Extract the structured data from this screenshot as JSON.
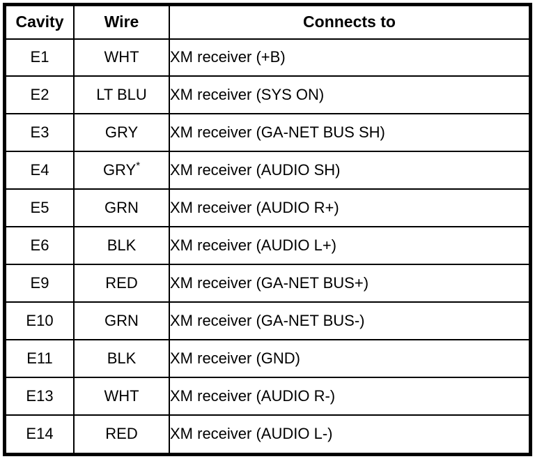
{
  "table": {
    "headers": {
      "cavity": "Cavity",
      "wire": "Wire",
      "connects": "Connects to"
    },
    "rows": [
      {
        "cavity": "E1",
        "wire": "WHT",
        "wire_note": "",
        "connects": "XM receiver (+B)"
      },
      {
        "cavity": "E2",
        "wire": "LT BLU",
        "wire_note": "",
        "connects": "XM receiver (SYS ON)"
      },
      {
        "cavity": "E3",
        "wire": "GRY",
        "wire_note": "",
        "connects": "XM receiver (GA-NET BUS SH)"
      },
      {
        "cavity": "E4",
        "wire": "GRY",
        "wire_note": "*",
        "connects": "XM receiver (AUDIO SH)"
      },
      {
        "cavity": "E5",
        "wire": "GRN",
        "wire_note": "",
        "connects": "XM receiver (AUDIO R+)"
      },
      {
        "cavity": "E6",
        "wire": "BLK",
        "wire_note": "",
        "connects": "XM receiver (AUDIO L+)"
      },
      {
        "cavity": "E9",
        "wire": "RED",
        "wire_note": "",
        "connects": "XM receiver (GA-NET BUS+)"
      },
      {
        "cavity": "E10",
        "wire": "GRN",
        "wire_note": "",
        "connects": "XM receiver (GA-NET BUS-)"
      },
      {
        "cavity": "E11",
        "wire": "BLK",
        "wire_note": "",
        "connects": "XM receiver (GND)"
      },
      {
        "cavity": "E13",
        "wire": "WHT",
        "wire_note": "",
        "connects": "XM receiver (AUDIO R-)"
      },
      {
        "cavity": "E14",
        "wire": "RED",
        "wire_note": "",
        "connects": "XM receiver (AUDIO L-)"
      }
    ],
    "colors": {
      "border": "#000000",
      "background": "#ffffff",
      "text": "#000000"
    }
  }
}
